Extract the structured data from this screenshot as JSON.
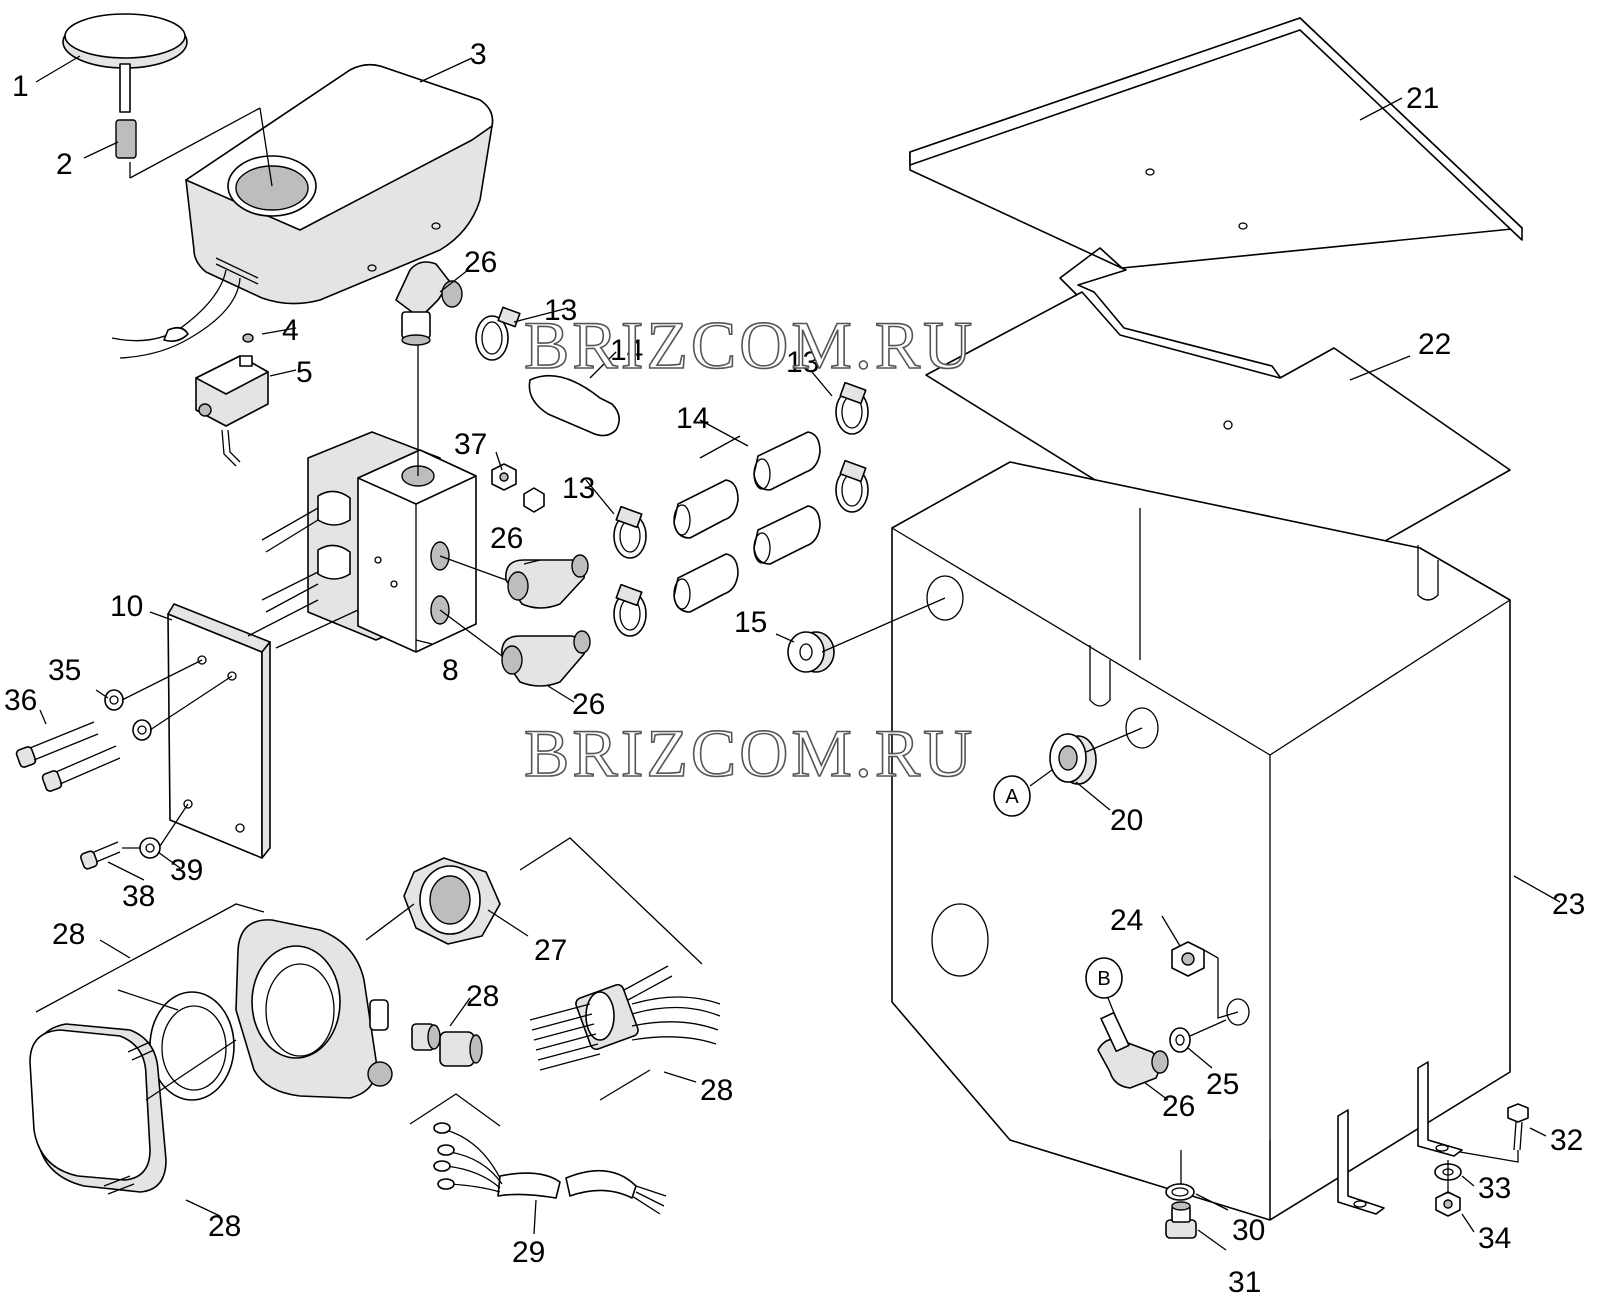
{
  "watermarks": [
    "BRIZCOM.RU",
    "BRIZCOM.RU"
  ],
  "callouts": {
    "c1": "1",
    "c2": "2",
    "c3": "3",
    "c4": "4",
    "c5": "5",
    "c8": "8",
    "c10": "10",
    "c13a": "13",
    "c13b": "13",
    "c13c": "13",
    "c14a": "14",
    "c14b": "14",
    "c15": "15",
    "c20": "20",
    "c21": "21",
    "c22": "22",
    "c23": "23",
    "c24": "24",
    "c25": "25",
    "c26a": "26",
    "c26b": "26",
    "c26c": "26",
    "c26d": "26",
    "c27": "27",
    "c28a": "28",
    "c28b": "28",
    "c28c": "28",
    "c28d": "28",
    "c29": "29",
    "c30": "30",
    "c31": "31",
    "c32": "32",
    "c33": "33",
    "c34": "34",
    "c35": "35",
    "c36": "36",
    "c37": "37",
    "c38": "38",
    "c39": "39"
  },
  "circle_markers": {
    "a": "A",
    "b": "B"
  }
}
